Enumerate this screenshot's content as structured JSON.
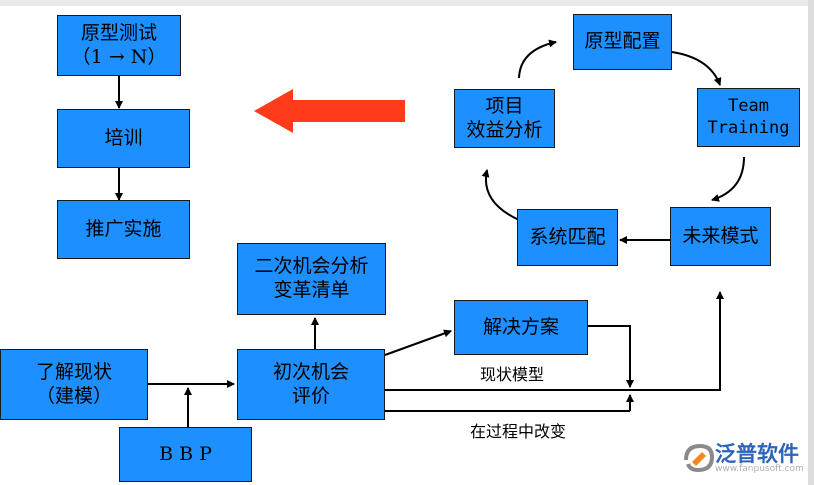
{
  "nodes": {
    "prototype_test": {
      "line1": "原型测试",
      "line2": "（1 → N）"
    },
    "training": {
      "label": "培训"
    },
    "rollout": {
      "label": "推广实施"
    },
    "second_opportunity": {
      "line1": "二次机会分析",
      "line2": "变革清单"
    },
    "current_state": {
      "line1": "了解现状",
      "line2": "（建模）"
    },
    "bbp": {
      "label": "B B P"
    },
    "initial_opportunity": {
      "line1": "初次机会",
      "line2": "评价"
    },
    "solution": {
      "label": "解决方案"
    },
    "prototype_config": {
      "label": "原型配置"
    },
    "team_training": {
      "line1": "Team",
      "line2": "Training"
    },
    "future_model": {
      "label": "未来模式"
    },
    "system_match": {
      "label": "系统匹配"
    },
    "project_benefit": {
      "line1": "项目",
      "line2": "效益分析"
    }
  },
  "labels": {
    "current_model": "现状模型",
    "process_change": "在过程中改变"
  },
  "logo": {
    "name": "泛普软件",
    "url": "www.fanpusoft.com"
  },
  "colors": {
    "box_fill": "#1e8fff",
    "big_arrow": "#ff3b1a",
    "line": "#000000"
  }
}
